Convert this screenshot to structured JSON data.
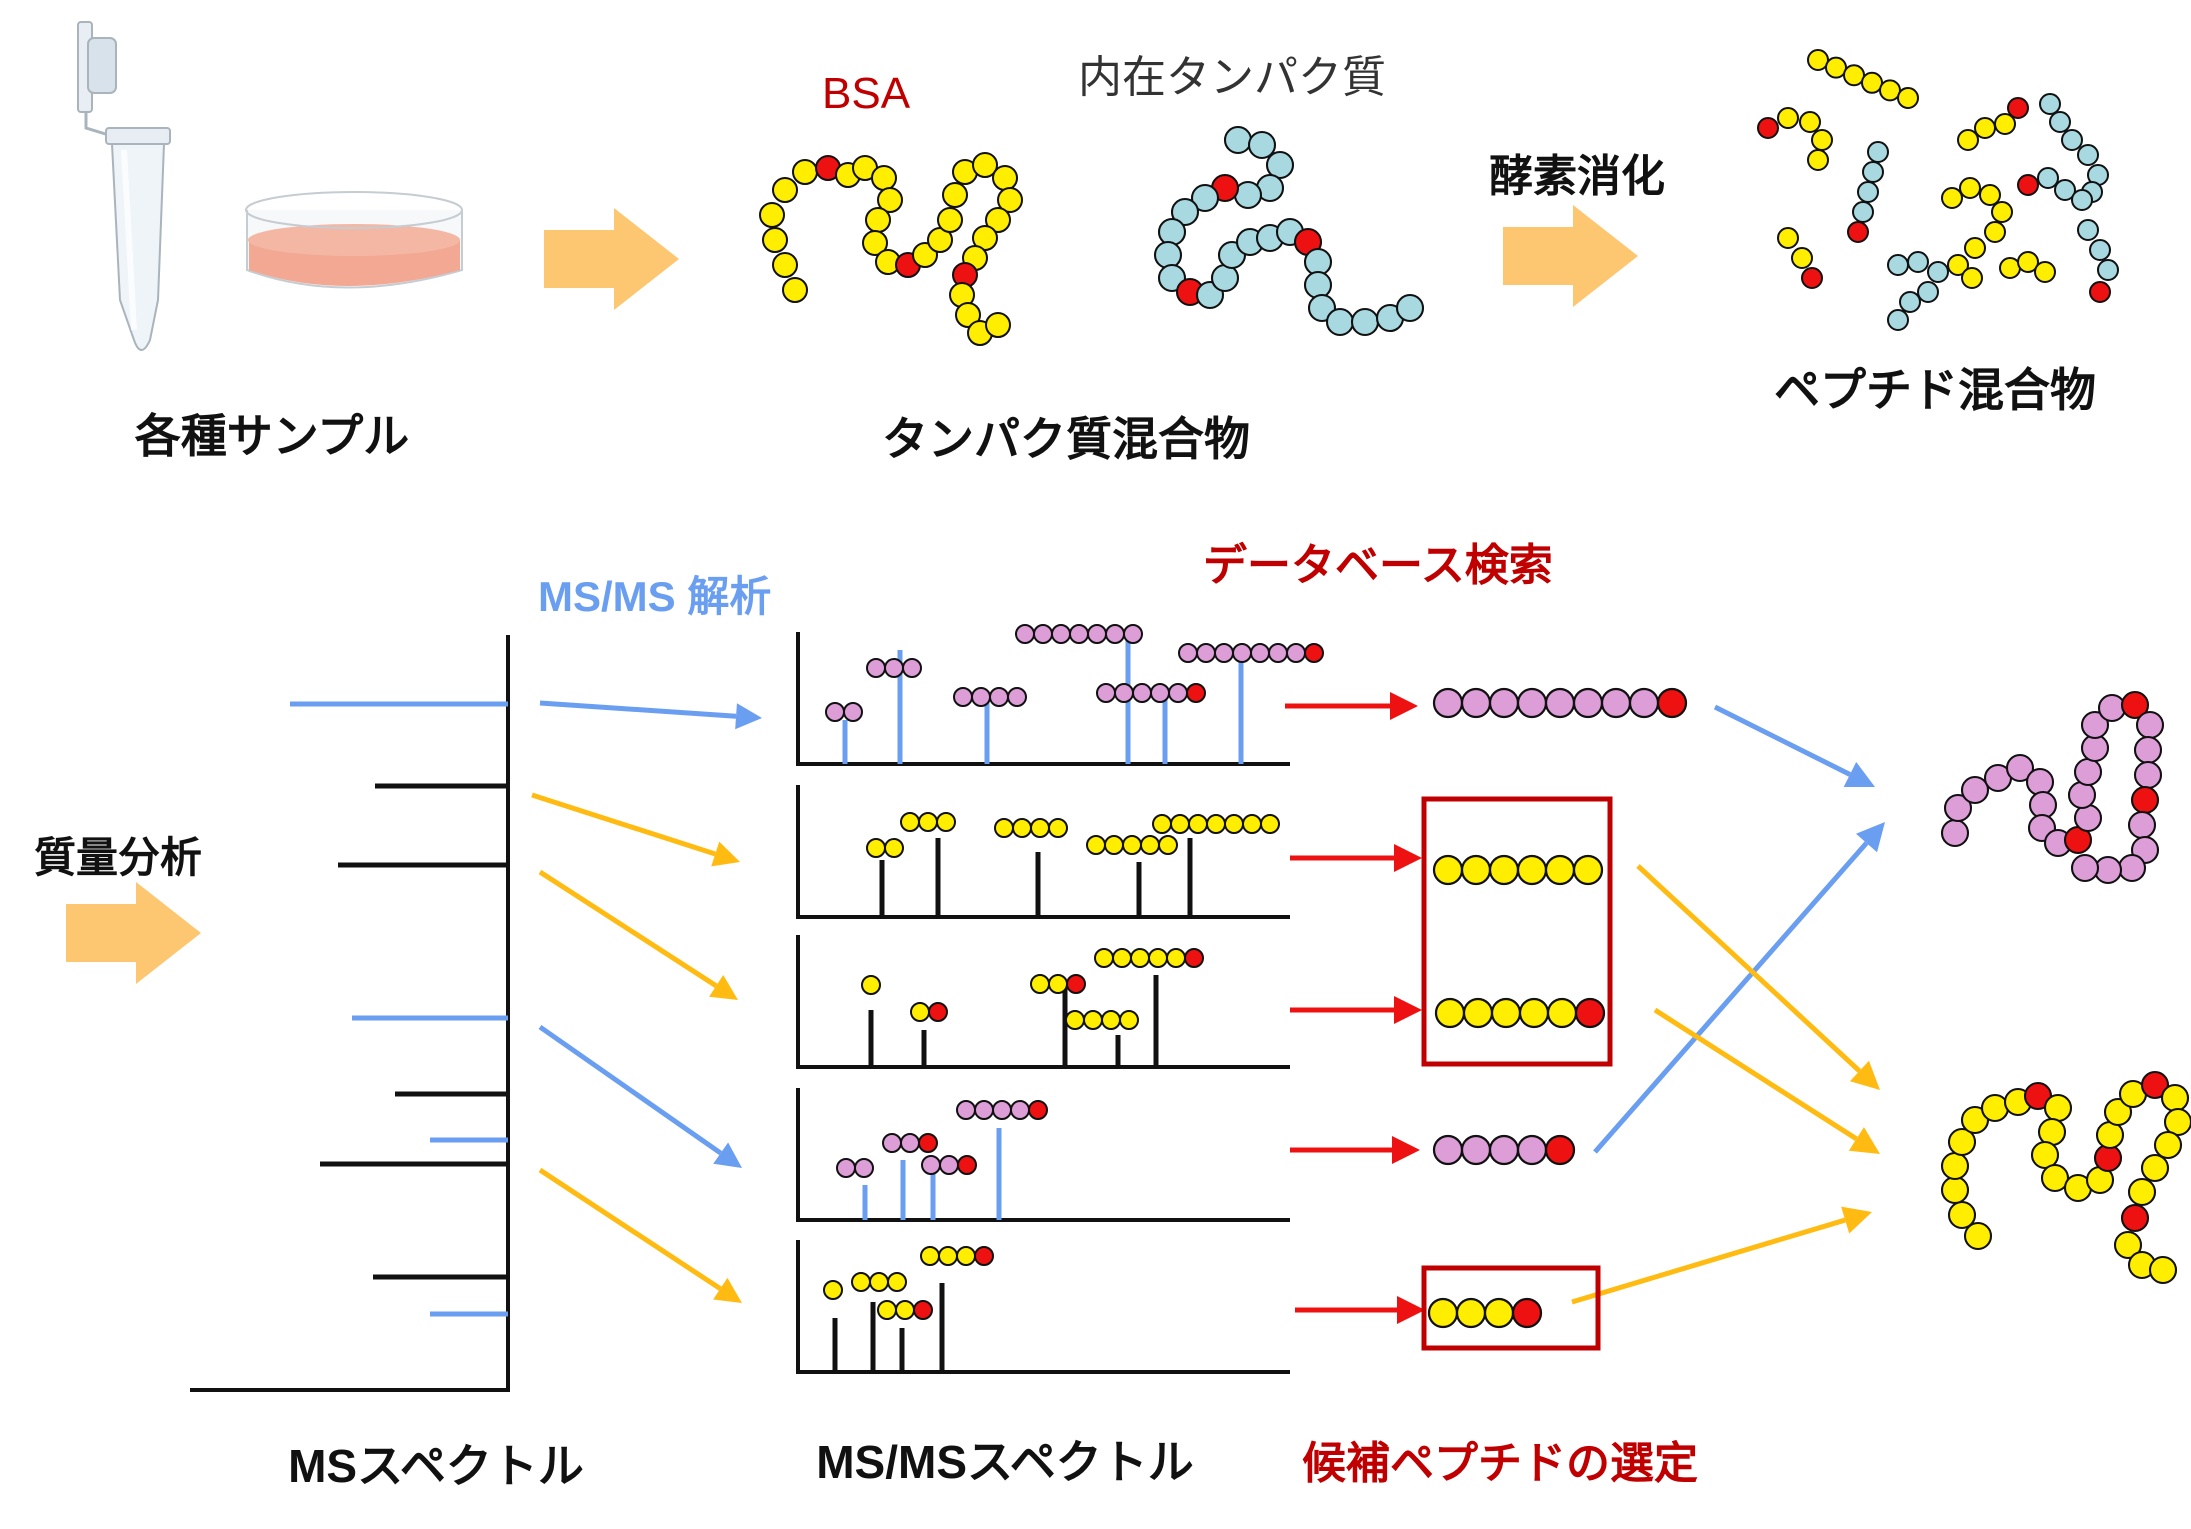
{
  "labels": {
    "samples": "各種サンプル",
    "bsa": "BSA",
    "endogenous": "内在タンパク質",
    "protein_mixture": "タンパク質混合物",
    "digestion": "酵素消化",
    "peptide_mixture": "ペプチド混合物",
    "msms_analysis": "MS/MS 解析",
    "database_search": "データベース検索",
    "mass_analysis": "質量分析",
    "ms_spectrum": "MSスペクトル",
    "msms_spectrum": "MS/MSスペクトル",
    "candidate_selection": "候補ペプチドの選定"
  },
  "colors": {
    "bsa_bead": "#ffee00",
    "endogenous_bead": "#a8d8e0",
    "marker_bead": "#ee1111",
    "pink_bead": "#dd9ed8",
    "flow_arrow": "#fdc771",
    "blue": "#6a9ef0",
    "orange": "#ffbb11",
    "red_arrow": "#ee1111",
    "dark_red_text": "#c00000",
    "black": "#111111"
  },
  "icons": [
    "microtube-icon",
    "petri-dish-icon",
    "flow-arrow-icon"
  ]
}
